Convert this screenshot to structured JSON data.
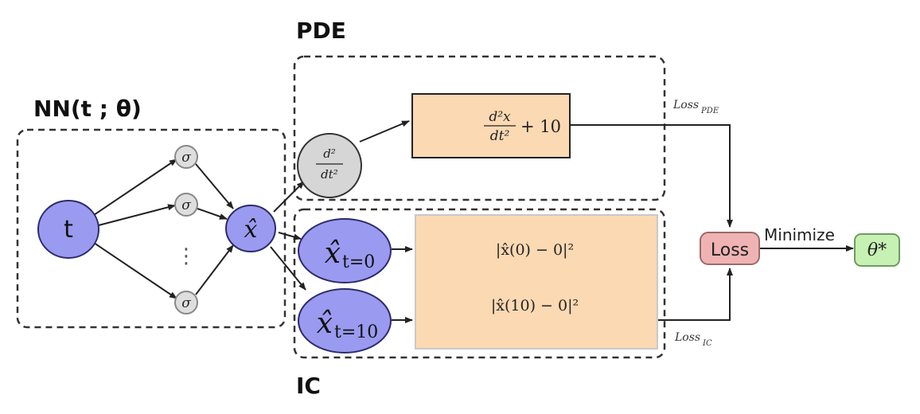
{
  "titles": {
    "nn": "NN(t ; θ)",
    "pde": "PDE",
    "ic": "IC"
  },
  "nodes": {
    "input": "t",
    "sigma": "σ",
    "dots": "⋮",
    "xhat": "x̂",
    "ic0_base": "x̂",
    "ic0_sub": "t=0",
    "ic10_base": "x̂",
    "ic10_sub": "t=10",
    "d2_num": "d²",
    "d2_den": "dt²",
    "loss": "Loss",
    "theta": "θ*"
  },
  "boxes": {
    "pde_num": "d²x",
    "pde_den": "dt²",
    "pde_rest": "+ 10",
    "ic_expr1": "|x̂(0) − 0|²",
    "ic_expr2": "|x̂(10) − 0|²"
  },
  "edge_labels": {
    "loss_pde_base": "Loss",
    "loss_pde_sub": "PDE",
    "loss_ic_base": "Loss",
    "loss_ic_sub": "IC",
    "minimize": "Minimize"
  },
  "colors": {
    "node_blue": "#9a9af0",
    "node_gray": "#d6d6d6",
    "sigma_fill": "#dedede",
    "box_orange": "#fbd9b3",
    "loss_pink": "#f0b3b3",
    "theta_green": "#c7f0b3",
    "stroke": "#222222"
  }
}
